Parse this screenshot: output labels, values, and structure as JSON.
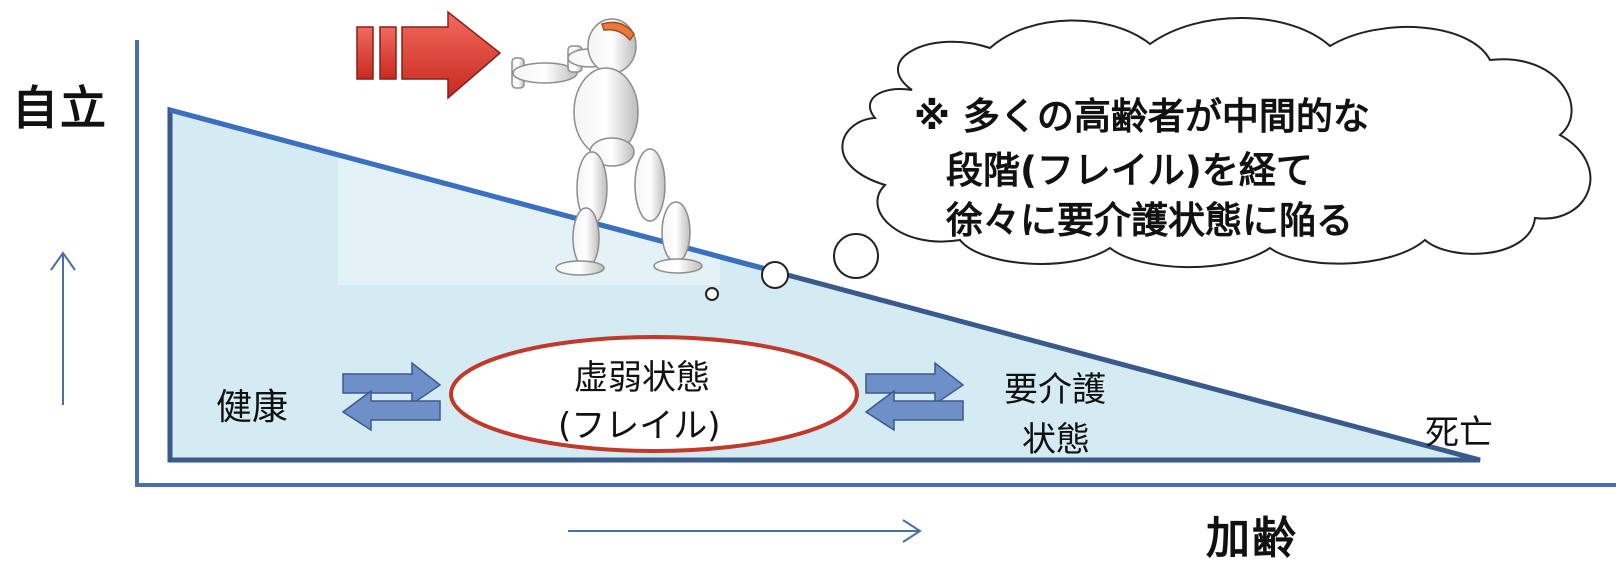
{
  "axes": {
    "y_label": "自立",
    "x_label": "加齢"
  },
  "stages": {
    "health": "健康",
    "frailty_line1": "虚弱状態",
    "frailty_line2": "(フレイル)",
    "care_line1": "要介護",
    "care_line2": "状態",
    "death": "死亡"
  },
  "thought_bubble": {
    "line1": "※ 多くの高齢者が中間的な",
    "line2": "段階(フレイル)を経て",
    "line3": "徐々に要介護状態に陥る"
  },
  "colors": {
    "axis": "#4a6fa5",
    "triangle_fill": "#d4ebf3",
    "triangle_edge": "#3a5a8c",
    "slope_line": "#3b6fc0",
    "frailty_ellipse": "#c0392b",
    "double_arrow": "#6f8fc9",
    "push_arrow": "#e8453c"
  },
  "icons": [
    "robot-figure-icon",
    "push-arrow-icon",
    "double-arrow-icon",
    "thought-cloud-icon",
    "up-arrow-icon",
    "right-arrow-icon"
  ]
}
